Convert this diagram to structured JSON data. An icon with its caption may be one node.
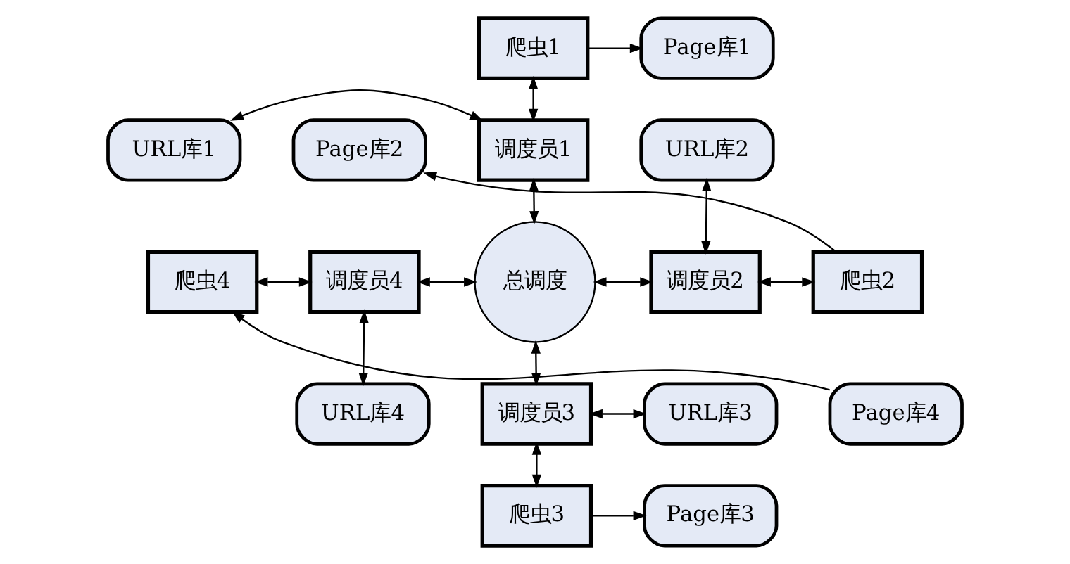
{
  "diagram": {
    "nodes": [
      {
        "text": [
          "Page库1"
        ]
      },
      {
        "text": [
          "爬虫1"
        ]
      },
      {
        "text": [
          "URL库1"
        ]
      },
      {
        "text": [
          "调度员1"
        ]
      },
      {
        "text": [
          "URL库2"
        ]
      },
      {
        "text": [
          "Page库2"
        ]
      },
      {
        "text": [
          "爬虫4"
        ]
      },
      {
        "text": [
          "调度员4"
        ]
      },
      {
        "text": [
          "总调度"
        ]
      },
      {
        "text": [
          "调度员2"
        ]
      },
      {
        "text": [
          "爬虫2"
        ]
      },
      {
        "text": [
          "Page库4"
        ]
      },
      {
        "text": [
          "URL库4"
        ]
      },
      {
        "text": [
          "调度员3"
        ]
      },
      {
        "text": [
          "URL库3"
        ]
      },
      {
        "text": [
          "爬虫3"
        ]
      },
      {
        "text": [
          "Page库3"
        ]
      }
    ],
    "edges": [
      {
        "from": 1,
        "to": 0,
        "arrow": "to"
      },
      {
        "from": 1,
        "to": 3,
        "arrow": "both"
      },
      {
        "from": 2,
        "to": 3,
        "arrow": "both"
      },
      {
        "from": 3,
        "to": 8,
        "arrow": "both"
      },
      {
        "from": 4,
        "to": 9,
        "arrow": "both"
      },
      {
        "from": 10,
        "to": 5,
        "arrow": "to"
      },
      {
        "from": 9,
        "to": 10,
        "arrow": "both"
      },
      {
        "from": 8,
        "to": 9,
        "arrow": "both"
      },
      {
        "from": 6,
        "to": 7,
        "arrow": "both"
      },
      {
        "from": 7,
        "to": 8,
        "arrow": "both"
      },
      {
        "from": 11,
        "to": 6,
        "arrow": "to"
      },
      {
        "from": 7,
        "to": 12,
        "arrow": "both"
      },
      {
        "from": 8,
        "to": 13,
        "arrow": "both"
      },
      {
        "from": 13,
        "to": 14,
        "arrow": "both"
      },
      {
        "from": 13,
        "to": 15,
        "arrow": "both"
      },
      {
        "from": 15,
        "to": 16,
        "arrow": "to"
      }
    ]
  }
}
